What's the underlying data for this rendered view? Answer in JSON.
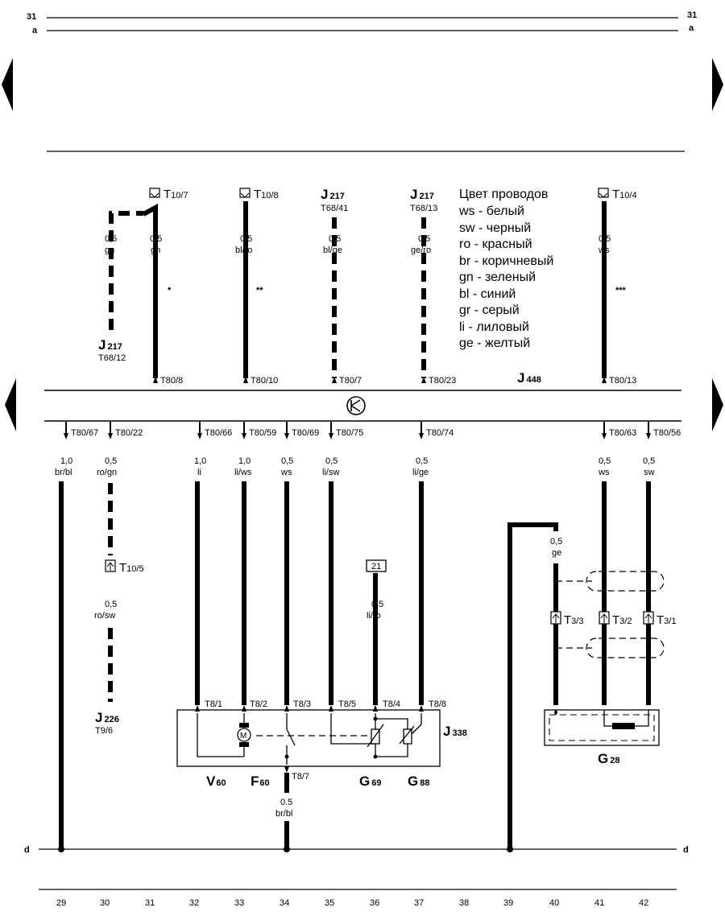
{
  "margin": {
    "top_num": "31",
    "top_letter": "a",
    "bottom_letter": "d"
  },
  "legend": {
    "title": "Цвет проводов",
    "items": [
      "ws - белый",
      "sw - черный",
      "ro - красный",
      "br - коричневый",
      "gn - зеленый",
      "bl - синий",
      "gr - серый",
      "li - лиловый",
      "ge - желтый"
    ]
  },
  "top_wires": {
    "w1": {
      "conn": "J",
      "conn_sub": "217",
      "pin": "T68/12",
      "size": "0,5",
      "color": "gn"
    },
    "w2": {
      "conn": "T",
      "conn_sub": "10/7",
      "size": "0,5",
      "color": "gn",
      "mark": "*",
      "pin": "T80/8"
    },
    "w3": {
      "conn": "T",
      "conn_sub": "10/8",
      "size": "0,5",
      "color": "bl/ro",
      "mark": "**",
      "pin": "T80/10"
    },
    "w4": {
      "conn": "J",
      "conn_sub": "217",
      "src": "T68/41",
      "size": "0,5",
      "color": "bl/ge",
      "pin": "T80/7"
    },
    "w5": {
      "conn": "J",
      "conn_sub": "217",
      "src": "T68/13",
      "size": "0,5",
      "color": "ge/ro",
      "pin": "T80/23"
    },
    "w6": {
      "conn": "T",
      "conn_sub": "10/4",
      "size": "0,5",
      "color": "ws",
      "mark": "***",
      "pin": "T80/13"
    }
  },
  "module": {
    "name": "J",
    "sub": "448"
  },
  "bottom_wires": [
    {
      "pin": "T80/67",
      "size": "1,0",
      "color": "br/bl"
    },
    {
      "pin": "T80/22",
      "size": "0,5",
      "color": "ro/gn"
    },
    {
      "pin": "T80/66",
      "size": "1,0",
      "color": "li"
    },
    {
      "pin": "T80/59",
      "size": "1,0",
      "color": "li/ws"
    },
    {
      "pin": "T80/69",
      "size": "0,5",
      "color": "ws"
    },
    {
      "pin": "T80/75",
      "size": "0,5",
      "color": "li/sw"
    },
    {
      "pin": "T80/74",
      "size": "0,5",
      "color": "li/ge"
    },
    {
      "pin": "T80/63",
      "size": "0,5",
      "color": "ws"
    },
    {
      "pin": "T80/56",
      "size": "0,5",
      "color": "sw"
    }
  ],
  "col30": {
    "conn": "T",
    "conn_sub": "10/5",
    "size": "0,5",
    "color": "ro/sw",
    "dest": "J",
    "dest_sub": "226",
    "dest_pin": "T9/6"
  },
  "ref21": {
    "box": "21",
    "size": "0,5",
    "color": "li/ro"
  },
  "j338": {
    "name": "J",
    "sub": "338",
    "pins": [
      "T8/1",
      "T8/2",
      "T8/3",
      "T8/5",
      "T8/4",
      "T8/8"
    ],
    "pin_out": "T8/7",
    "out_size": "0.5",
    "out_color": "br/bl",
    "motor": "M",
    "components": [
      {
        "name": "V",
        "sub": "60"
      },
      {
        "name": "F",
        "sub": "60"
      },
      {
        "name": "G",
        "sub": "69"
      },
      {
        "name": "G",
        "sub": "88"
      }
    ]
  },
  "g28": {
    "name": "G",
    "sub": "28",
    "wire_size": "0,5",
    "wire_color": "ge",
    "conns": [
      {
        "conn": "T",
        "sub": "3/3"
      },
      {
        "conn": "T",
        "sub": "3/2"
      },
      {
        "conn": "T",
        "sub": "3/1"
      }
    ]
  },
  "columns": [
    "29",
    "30",
    "31",
    "32",
    "33",
    "34",
    "35",
    "36",
    "37",
    "38",
    "39",
    "40",
    "41",
    "42"
  ]
}
